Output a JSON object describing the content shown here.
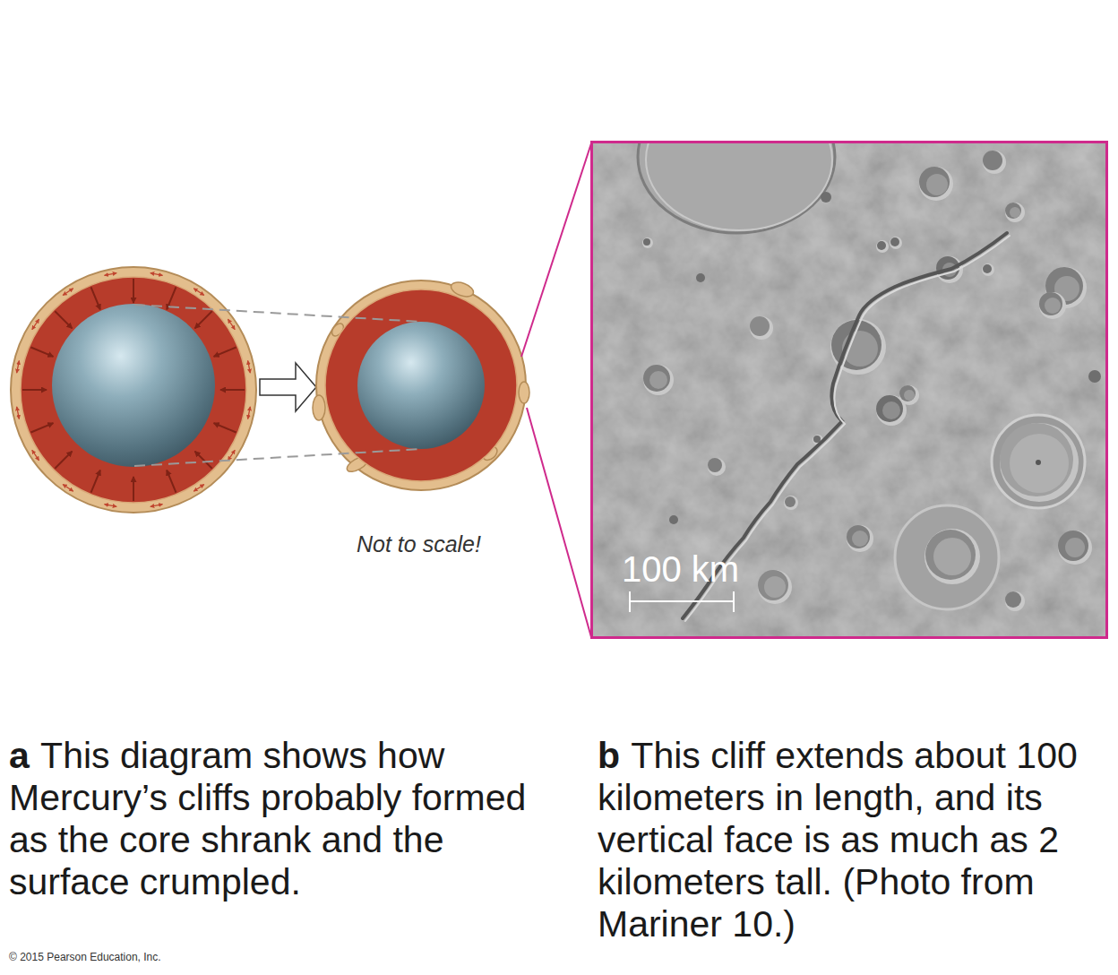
{
  "diagram": {
    "nodes": [
      {
        "text": [
          "100 km"
        ]
      }
    ],
    "labels": [
      "Not to scale!",
      "a",
      "This diagram shows how Mercury’s cliffs probably formed as the core shrank and the surface crumpled.",
      "b",
      "This cliff extends about 100 kilometers in length, and its vertical face is as much as 2 kilometers tall. (Photo from Mariner 10.)",
      "© 2015 Pearson Education, Inc."
    ]
  }
}
